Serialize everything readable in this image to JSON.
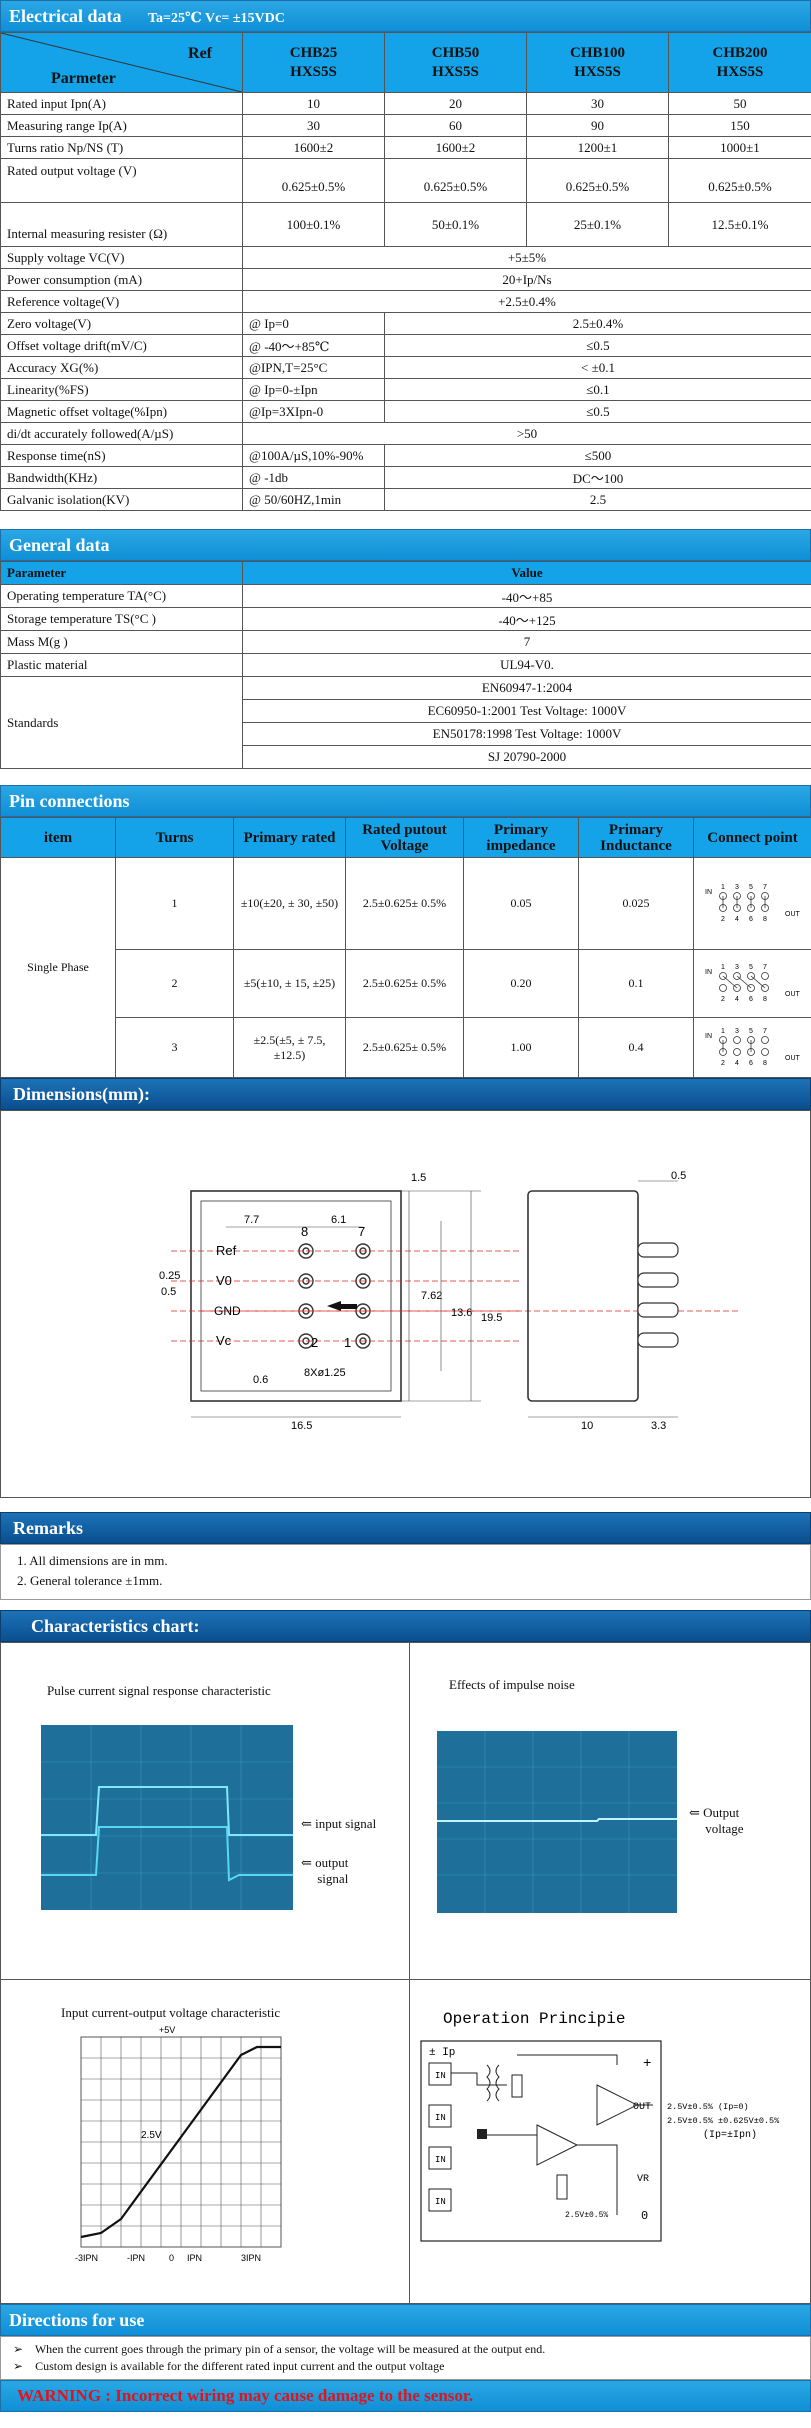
{
  "electrical": {
    "title": "Electrical data",
    "conditions": "Ta=25℃    Vc= ±15VDC",
    "ref_label": "Ref",
    "param_label": "Parmeter",
    "models": [
      {
        "line1": "CHB25",
        "line2": "HXS5S"
      },
      {
        "line1": "CHB50",
        "line2": "HXS5S"
      },
      {
        "line1": "CHB100",
        "line2": "HXS5S"
      },
      {
        "line1": "CHB200",
        "line2": "HXS5S"
      }
    ],
    "rows4": [
      {
        "param": "Rated input   Ipn(A)",
        "vals": [
          "10",
          "20",
          "30",
          "50"
        ]
      },
      {
        "param": "Measuring range   Ip(A)",
        "vals": [
          "30",
          "60",
          "90",
          "150"
        ]
      },
      {
        "param": "Turns ratio Np/NS (T)",
        "vals": [
          "1600±2",
          "1600±2",
          "1200±1",
          "1000±1"
        ]
      },
      {
        "param": "Rated output voltage  (V)",
        "vals": [
          "0.625±0.5%",
          "0.625±0.5%",
          "0.625±0.5%",
          "0.625±0.5%"
        ]
      },
      {
        "param": "Internal measuring resister  (Ω)",
        "vals": [
          "100±0.1%",
          "50±0.1%",
          "25±0.1%",
          "12.5±0.1%"
        ]
      }
    ],
    "rows_span": [
      {
        "param": "Supply voltage    VC(V)",
        "cond": "",
        "val": "+5±5%"
      },
      {
        "param": "Power consumption  (mA)",
        "cond": "",
        "val": "20+Ip/Ns"
      },
      {
        "param": "Reference voltage(V)",
        "cond": "",
        "val": "+2.5±0.4%"
      },
      {
        "param": "Zero voltage(V)",
        "cond": "@ Ip=0",
        "val": "2.5±0.4%"
      },
      {
        "param": "Offset voltage drift(mV/C)",
        "cond": "@ -40～+85℃",
        "val": "≤0.5"
      },
      {
        "param": "Accuracy    XG(%)",
        "cond": "@IPN,T=25°C",
        "val": "< ±0.1"
      },
      {
        "param": "Linearity(%FS)",
        "cond": "@ Ip=0-±Ipn",
        "val": "≤0.1"
      },
      {
        "param": "Magnetic offset voltage(%Ipn)",
        "cond": "@Ip=3XIpn-0",
        "val": "≤0.5"
      },
      {
        "param": "di/dt accurately followed(A/µS)",
        "cond": "",
        "val": ">50"
      },
      {
        "param": "Response time(nS)",
        "cond": "@100A/µS,10%-90%",
        "val": "≤500"
      },
      {
        "param": "Bandwidth(KHz)",
        "cond": "@ -1db",
        "val": "DC～100"
      },
      {
        "param": "Galvanic isolation(KV)",
        "cond": "@ 50/60HZ,1min",
        "val": "2.5"
      }
    ]
  },
  "general": {
    "title": "General data",
    "col_param": "Parameter",
    "col_value": "Value",
    "rows": [
      {
        "param": "Operating temperature    TA(°C)",
        "val": "-40～+85"
      },
      {
        "param": "Storage temperature    TS(°C )",
        "val": "-40～+125"
      },
      {
        "param": "Mass   M(g )",
        "val": "7"
      },
      {
        "param": "Plastic material",
        "val": "UL94-V0."
      }
    ],
    "standards_label": "Standards",
    "standards": [
      "EN60947-1:2004",
      "EC60950-1:2001    Test Voltage: 1000V",
      "EN50178:1998        Test Voltage: 1000V",
      "SJ 20790-2000"
    ]
  },
  "pins": {
    "title": "Pin connections",
    "headers": [
      "item",
      "Turns",
      "Primary rated",
      "Rated putout Voltage",
      "Primary impedance",
      "Primary Inductance",
      "Connect point"
    ],
    "item": "Single Phase",
    "rows": [
      {
        "turns": "1",
        "rated": "±10(±20, ± 30, ±50)",
        "voltage": "2.5±0.625± 0.5%",
        "impedance": "0.05",
        "inductance": "0.025"
      },
      {
        "turns": "2",
        "rated": "±5(±10, ± 15, ±25)",
        "voltage": "2.5±0.625± 0.5%",
        "impedance": "0.20",
        "inductance": "0.1"
      },
      {
        "turns": "3",
        "rated": "±2.5(±5, ± 7.5, ±12.5)",
        "voltage": "2.5±0.625± 0.5%",
        "impedance": "1.00",
        "inductance": "0.4"
      }
    ],
    "connect_in": "IN",
    "connect_out": "OUT",
    "connect_top": [
      "1",
      "3",
      "5",
      "7"
    ],
    "connect_bottom": [
      "2",
      "4",
      "6",
      "8"
    ]
  },
  "dimensions": {
    "title": "Dimensions(mm):",
    "labels": {
      "d15": "1.5",
      "d77": "7.7",
      "d61": "6.1",
      "d762": "7.62",
      "d136": "13.6",
      "d195": "19.5",
      "d025": "0.25",
      "d05": "0.5",
      "d06": "0.6",
      "d8x": "8Xø1.25",
      "d165": "16.5",
      "d05b": "0.5",
      "d10": "10",
      "d33": "3.3",
      "ref": "Ref",
      "v0": "V0",
      "gnd": "GND",
      "vc": "Vc",
      "p8": "8",
      "p7": "7",
      "p2": "2",
      "p1": "1"
    }
  },
  "remarks": {
    "title": "Remarks",
    "items": [
      "All dimensions are in mm.",
      "General tolerance ±1mm."
    ]
  },
  "characteristics": {
    "title": "Characteristics chart:",
    "pulse_title": "Pulse current signal response characteristic",
    "pulse_input": "input signal",
    "pulse_output_1": "output",
    "pulse_output_2": "signal",
    "noise_title": "Effects of impulse noise",
    "noise_out_1": "Output",
    "noise_out_2": "voltage",
    "io_title": "Input current-output voltage characteristic",
    "io_top": "+5V",
    "io_mid": "2.5V",
    "io_ticks": [
      "-3IPN",
      "-IPN",
      "0",
      "IPN",
      "3IPN"
    ],
    "op_title": "Operation Principie",
    "op_ipn": "± Ip",
    "op_in": [
      "IN",
      "IN",
      "IN",
      "IN"
    ],
    "op_plus": "+",
    "op_out": "OUT",
    "op_vr": "VR",
    "op_zero": "0",
    "op_ref": "2.5V±0.5%",
    "op_line1": "2.5V±0.5% (Ip=0)",
    "op_line2": "2.5V±0.5% ±0.625V±0.5%",
    "op_line3": "(Ip=±Ipn)"
  },
  "directions": {
    "title": "Directions for use",
    "items": [
      "When the current goes through the primary pin of a sensor, the voltage will be measured at the output end.",
      "Custom design is available for the different rated input current and the output voltage"
    ],
    "bullet": "➢"
  },
  "warning": "WARNING : Incorrect wiring may cause damage to the sensor."
}
